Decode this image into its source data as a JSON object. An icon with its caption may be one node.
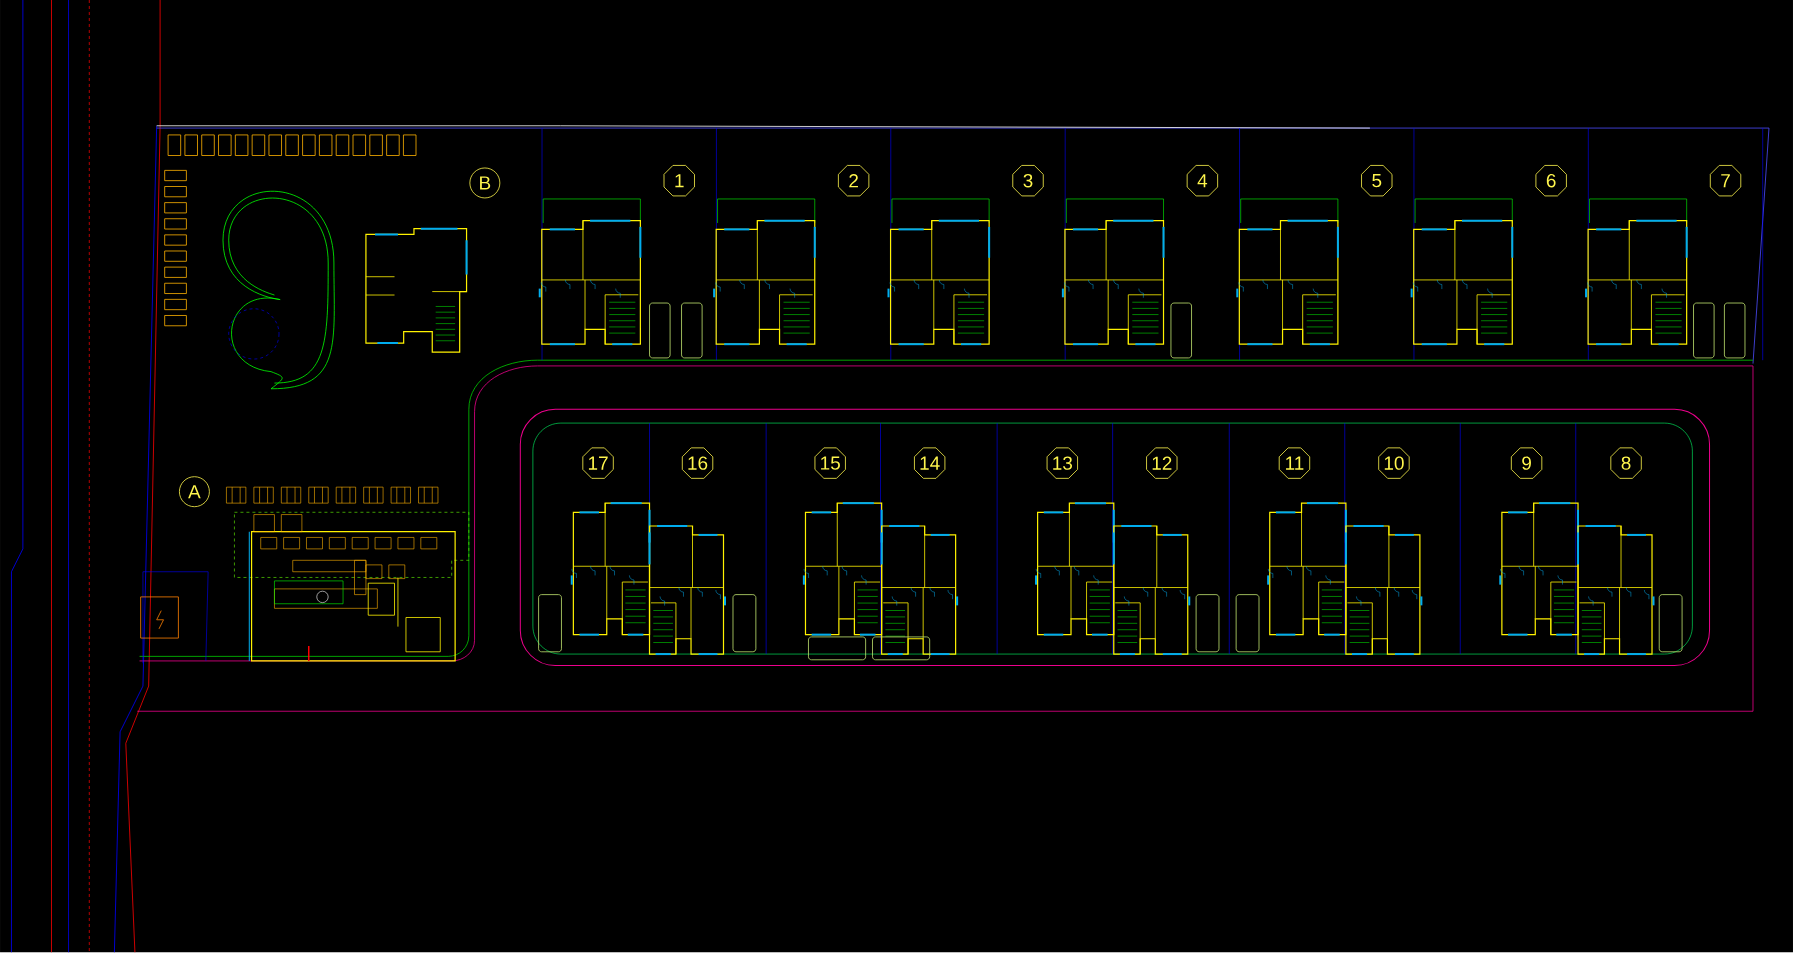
{
  "diagram": {
    "nodes": [
      {
        "text": [
          "B"
        ]
      },
      {
        "text": [
          "1"
        ]
      },
      {
        "text": [
          "2"
        ]
      },
      {
        "text": [
          "3"
        ]
      },
      {
        "text": [
          "4"
        ]
      },
      {
        "text": [
          "5"
        ]
      },
      {
        "text": [
          "6"
        ]
      },
      {
        "text": [
          "7"
        ]
      },
      {
        "text": [
          "A"
        ]
      },
      {
        "text": [
          "17"
        ]
      },
      {
        "text": [
          "16"
        ]
      },
      {
        "text": [
          "15"
        ]
      },
      {
        "text": [
          "14"
        ]
      },
      {
        "text": [
          "13"
        ]
      },
      {
        "text": [
          "12"
        ]
      },
      {
        "text": [
          "11"
        ]
      },
      {
        "text": [
          "10"
        ]
      },
      {
        "text": [
          "9"
        ]
      },
      {
        "text": [
          "8"
        ]
      }
    ]
  }
}
